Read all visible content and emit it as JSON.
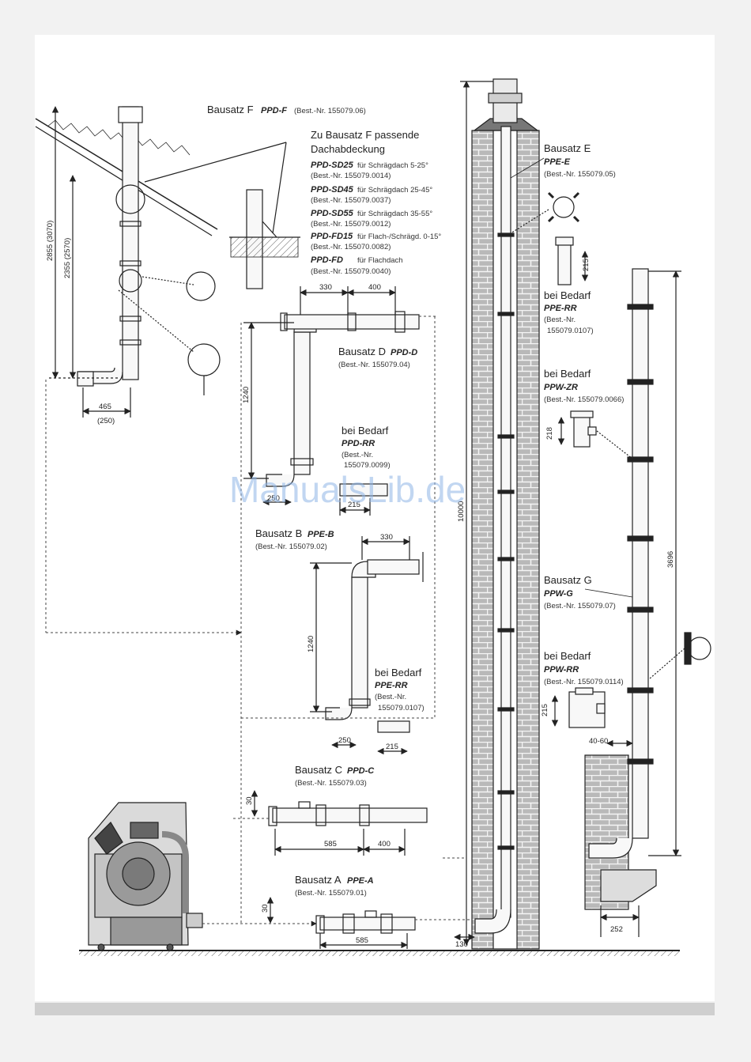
{
  "colors": {
    "line": "#222222",
    "brick": "#b9b9b9",
    "mortar": "#f4f4f4",
    "watermark": "#8fb6e6",
    "pipe": "#f8f8f8"
  },
  "watermark": "ManualsLib.de",
  "kits": {
    "f": {
      "title": "Bausatz F",
      "code": "PPD-F",
      "order": "(Best.-Nr. 155079.06)"
    },
    "roof": {
      "title_line1": "Zu Bausatz F passende",
      "title_line2": "Dachabdeckung",
      "items": [
        {
          "code": "PPD-SD25",
          "desc": "für Schrägdach 5-25°",
          "order": "(Best.-Nr. 155079.0014)"
        },
        {
          "code": "PPD-SD45",
          "desc": "für Schrägdach 25-45°",
          "order": "(Best.-Nr. 155079.0037)"
        },
        {
          "code": "PPD-SD55",
          "desc": "für Schrägdach 35-55°",
          "order": "(Best.-Nr. 155079.0012)"
        },
        {
          "code": "PPD-FD15",
          "desc": "für Flach-/Schrägd. 0-15°",
          "order": "(Best.-Nr. 155070.0082)"
        },
        {
          "code": "PPD-FD",
          "desc": "für Flachdach",
          "order": "(Best.-Nr. 155079.0040)"
        }
      ]
    },
    "d": {
      "title": "Bausatz D",
      "code": "PPD-D",
      "order": "(Best.-Nr. 155079.04)"
    },
    "ppd_rr": {
      "title": "bei Bedarf",
      "code": "PPD-RR",
      "order1": "(Best.-Nr.",
      "order2": "155079.0099)"
    },
    "b": {
      "title": "Bausatz B",
      "code": "PPE-B",
      "order": "(Best.-Nr. 155079.02)"
    },
    "ppe_rr_b": {
      "title": "bei Bedarf",
      "code": "PPE-RR",
      "order1": "(Best.-Nr.",
      "order2": "155079.0107)"
    },
    "c": {
      "title": "Bausatz C",
      "code": "PPD-C",
      "order": "(Best.-Nr. 155079.03)"
    },
    "a": {
      "title": "Bausatz A",
      "code": "PPE-A",
      "order": "(Best.-Nr. 155079.01)"
    },
    "e": {
      "title": "Bausatz E",
      "code": "PPE-E",
      "order": "(Best.-Nr. 155079.05)"
    },
    "ppe_rr_e": {
      "title": "bei Bedarf",
      "code": "PPE-RR",
      "order1": "(Best.-Nr.",
      "order2": "155079.0107)"
    },
    "ppw_zr": {
      "title": "bei Bedarf",
      "code": "PPW-ZR",
      "order": "(Best.-Nr. 155079.0066)"
    },
    "g": {
      "title": "Bausatz G",
      "code": "PPW-G",
      "order": "(Best.-Nr. 155079.07)"
    },
    "ppw_rr": {
      "title": "bei Bedarf",
      "code": "PPW-RR",
      "order": "(Best.-Nr. 155079.0114)"
    }
  },
  "dimensions": {
    "f_height_a": "2855 (3070)",
    "f_height_b": "2355 (2570)",
    "f_width": "465",
    "f_width_alt": "(250)",
    "d_w1": "330",
    "d_w2": "400",
    "d_height": "1240",
    "d_bottom": "250",
    "ppd_rr_len": "215",
    "b_w": "330",
    "b_height": "1240",
    "b_bottom": "250",
    "ppe_rr_b_len": "215",
    "c_h": "30",
    "c_w1": "585",
    "c_w2": "400",
    "a_h": "30",
    "a_w": "585",
    "chimney_height": "10000",
    "chimney_base": "130",
    "ppe_rr_e_len": "215",
    "ppw_zr_len": "218",
    "g_height": "3696",
    "ppw_rr_len": "215",
    "g_gap": "40-60",
    "g_base": "252"
  }
}
